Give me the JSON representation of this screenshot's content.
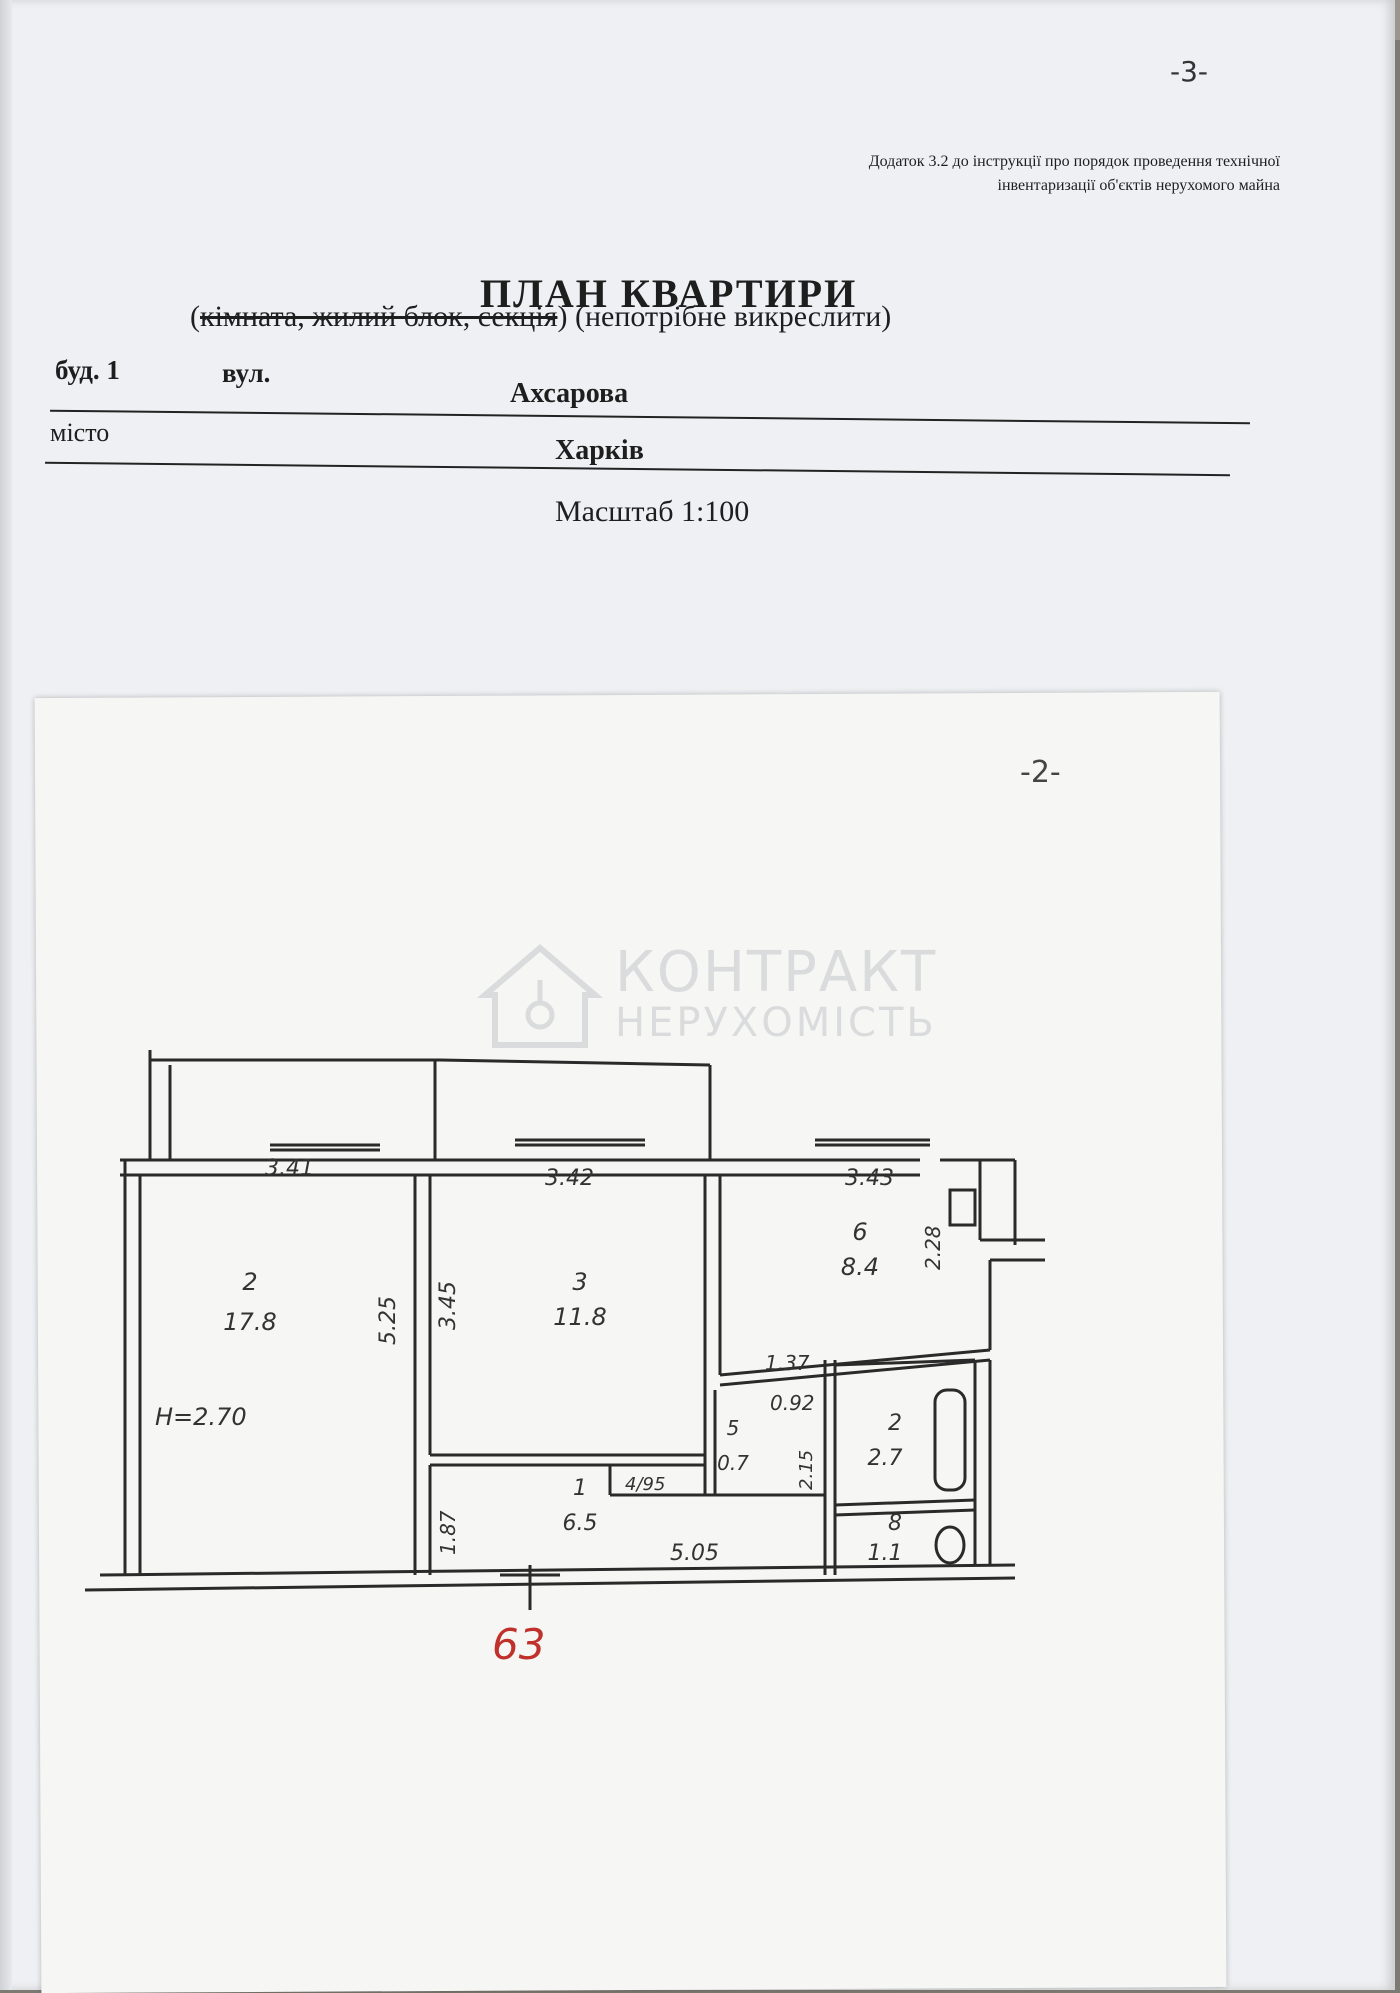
{
  "header": {
    "page_number": "-3-",
    "appendix_line1": "Додаток 3.2 до інструкції про порядок проведення технічної",
    "appendix_line2": "інвентаризації об'єктів нерухомого майна",
    "title": "ПЛАН КВАРТИРИ",
    "subtitle_open": "(",
    "subtitle_struck": "кімната, жилий блок, секція",
    "subtitle_rest": ") (непотрібне викреслити)",
    "building_label": "буд. 1",
    "street_label": "вул.",
    "street_value": "Ахсарова",
    "city_label": "місто",
    "city_value": "Харків",
    "scale": "Масштаб 1:100"
  },
  "inner_sheet": {
    "page_number": "-2-",
    "watermark_line1": "КОНТРАКТ",
    "watermark_line2": "НЕРУХОМІСТЬ"
  },
  "floor_plan": {
    "ceiling_height": "H=2.70",
    "apartment_number": "63",
    "rooms": [
      {
        "number": "2",
        "area": "17.8"
      },
      {
        "number": "3",
        "area": "11.8"
      },
      {
        "number": "6",
        "area": "8.4"
      },
      {
        "number": "1",
        "area": "6.5"
      },
      {
        "number": "5",
        "area": "0.7"
      },
      {
        "number": "2",
        "area": "2.7"
      },
      {
        "number": "8",
        "area": "1.1"
      }
    ],
    "dimensions": [
      "3.41",
      "3.42",
      "3.43",
      "5.25",
      "3.45",
      "2.28",
      "1.37",
      "0.92",
      "1.87",
      "5.05",
      "4/95",
      "2.15"
    ]
  }
}
